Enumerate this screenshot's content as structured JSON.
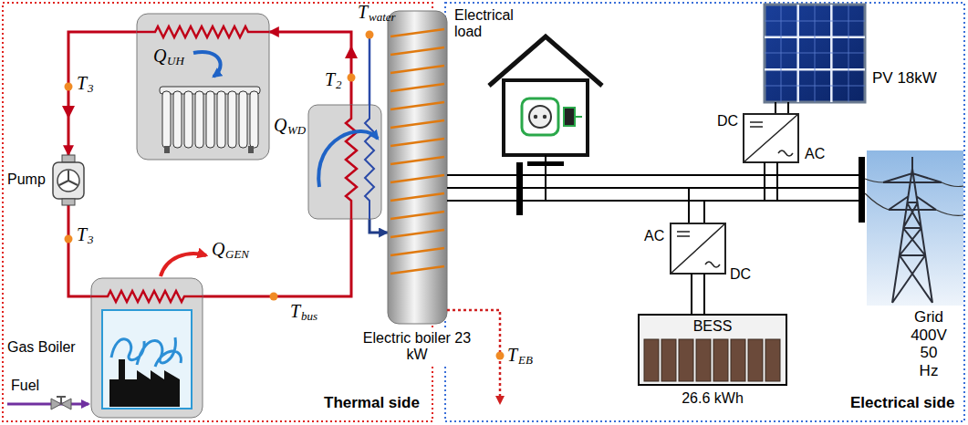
{
  "diagram": {
    "nodes": [
      {
        "text": [
          "Thermal side"
        ]
      },
      {
        "text": [
          "Q",
          "UH"
        ],
        "in": 0
      },
      {
        "text": [
          "Pump"
        ],
        "in": 0
      },
      {
        "text": [
          "Q",
          "WD"
        ],
        "in": 0
      },
      {
        "text": [
          "Gas Boiler"
        ],
        "in": 0
      },
      {
        "text": [
          "Electric boiler 23 kW"
        ]
      },
      {
        "text": [
          "Electrical side"
        ]
      },
      {
        "text": [
          "Electrical load"
        ],
        "in": 6
      },
      {
        "text": [
          "PV 18kW"
        ],
        "in": 6
      },
      {
        "text": [
          "BESS",
          "26.6 kWh"
        ],
        "in": 6
      },
      {
        "text": [
          "Grid 400V 50 Hz"
        ],
        "in": 6
      }
    ],
    "edges": [
      {
        "from": 4,
        "to": 1,
        "arrow": "to"
      },
      {
        "from": 1,
        "to": 2,
        "arrow": "to"
      },
      {
        "from": 2,
        "to": 4,
        "arrow": "none"
      },
      {
        "from": 3,
        "to": 5,
        "arrow": "to"
      }
    ],
    "labels": [
      "T",
      "water",
      "T",
      "3",
      "T",
      "2",
      "T",
      "3",
      "Q",
      "GEN",
      "T",
      "bus",
      "Fuel",
      "T",
      "EB",
      "DC",
      "AC",
      "AC",
      "DC"
    ]
  }
}
